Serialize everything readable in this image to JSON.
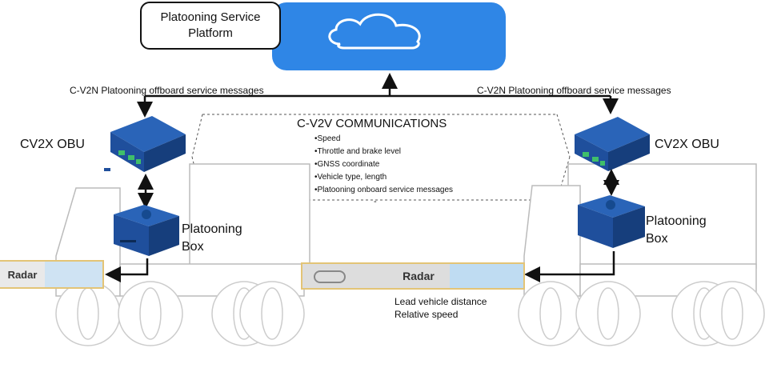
{
  "platform": {
    "title_line1": "Platooning Service",
    "title_line2": "Platform",
    "cloud_icon": "cloud-icon"
  },
  "v2n_label_left": "C-V2N  Platooning  offboard  service  messages",
  "v2n_label_right": "C-V2N  Platooning  offboard  service  messages",
  "v2v": {
    "title": "C-V2V COMMUNICATIONS",
    "items": [
      "•Speed",
      "•Throttle and brake level",
      "•GNSS  coordinate",
      "•Vehicle type,  length",
      "•Platooning onboard service messages"
    ],
    "dash": "-"
  },
  "left_truck": {
    "obu_label": "CV2X OBU",
    "box_line1": "Platooning",
    "box_line2": "Box",
    "radar_label": "Radar"
  },
  "right_truck": {
    "obu_label": "CV2X OBU",
    "box_line1": "Platooning",
    "box_line2": "Box",
    "radar_label": "Radar"
  },
  "radar_outputs": {
    "line1": "Lead vehicle distance",
    "line2": "Relative  speed"
  },
  "colors": {
    "cloud_fill": "#2f86e6",
    "obu_blue": "#1f4f9c",
    "radar_border": "#e3c476",
    "radar_blue": "#bfdcf2"
  }
}
